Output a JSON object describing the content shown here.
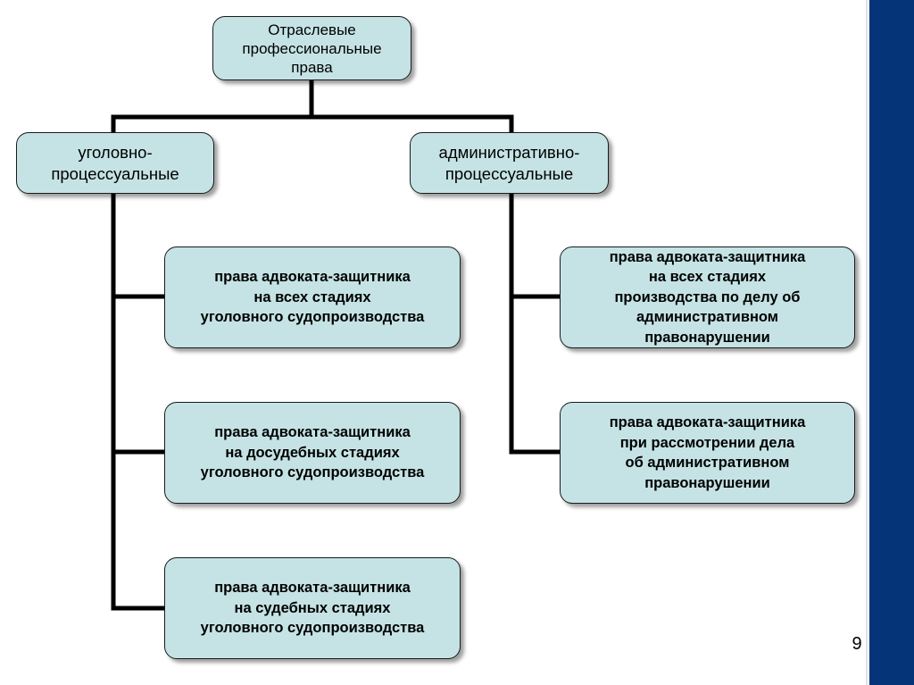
{
  "diagram": {
    "root": {
      "label": "Отраслевые\nпрофессиональные\nправа"
    },
    "branches": [
      {
        "label": "уголовно-\nпроцессуальные",
        "children": [
          "права адвоката-защитника\nна всех стадиях\nуголовного судопроизводства",
          "права адвоката-защитника\nна досудебных стадиях\nуголовного судопроизводства",
          "права адвоката-защитника\nна судебных стадиях\nуголовного судопроизводства"
        ]
      },
      {
        "label": "административно-\nпроцессуальные",
        "children": [
          "права адвоката-защитника\nна всех стадиях\nпроизводства по делу об\nадминистративном\nправонарушении",
          "права адвоката-защитника\nпри рассмотрении дела\nоб административном\nправонарушении"
        ]
      }
    ]
  },
  "slide": {
    "page_number": "9"
  },
  "colors": {
    "box_fill": "#c5e3e5",
    "side_bar": "#063479",
    "connector": "#000000"
  }
}
